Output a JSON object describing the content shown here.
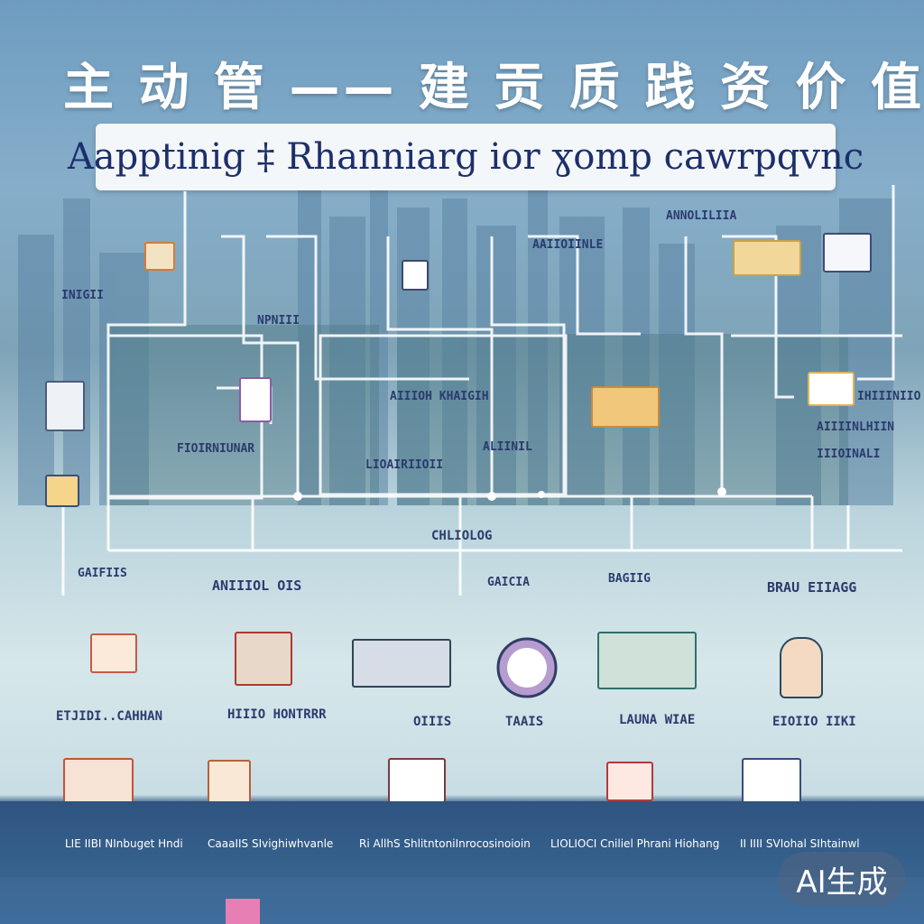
{
  "header": {
    "title_cn": "主 动 管 —— 建 贡 质 践   资   价 值",
    "subtitle": "Aapptinig ‡ Rhanniarg ior ɣomp cawrpqvnc"
  },
  "center_node": "CHLIOLOG",
  "top_labels": [
    "AAIIOIINLE",
    "ANNOLILIIA",
    "FIOIRNIUNAR",
    "NPNIII",
    "INIGII",
    "AIIIINLHIIN"
  ],
  "mid_labels": [
    "AIIIOH KHAIGIH",
    "LIOAIRIIOII",
    "ALIINIL",
    "IHIIINIIO",
    "IIIOINALI"
  ],
  "branch_labels": [
    "GAIFIIS",
    "ANIIIOL OIS",
    "GAICIA",
    "BAGIIG",
    "BRAU EIIAGG"
  ],
  "card_labels": [
    "ETJIDI..CAHHAN",
    "HIIIO HONTRRR",
    "OIIIS",
    "TAAIS",
    "LAUNA WIAE",
    "EIOIIO IIKI"
  ],
  "footer": {
    "items": [
      "LIE IIBI  NInbuget Hndi",
      "CaaaIIS  SIvighiwhvanle",
      "Ri AllhS  ShlitntoniInrocosinoioin",
      "LIOLIOCI  Cniliel  Phrani Hiohang",
      "II IIII  SVIohal  SIhtainwl"
    ]
  },
  "watermark": "AI生成",
  "colors": {
    "banner_text": "#1d2f6b",
    "label_text": "#2a3b6e",
    "wire": "#ffffff",
    "footer_bg": "#37638f"
  }
}
